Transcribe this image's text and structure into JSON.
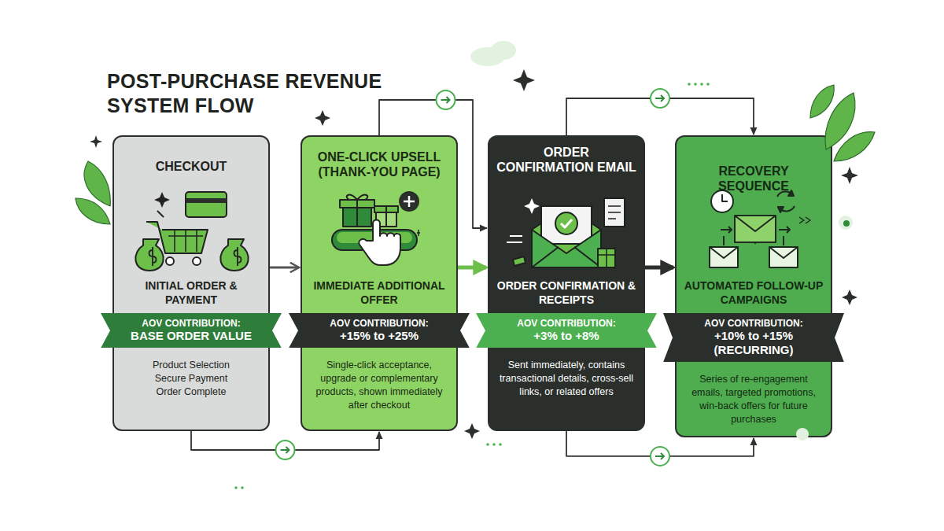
{
  "diagram": {
    "title": "POST-PURCHASE REVENUE SYSTEM FLOW",
    "nodes": [
      {
        "text": [
          "CHECKOUT",
          "INITIAL ORDER & PAYMENT",
          "Product Selection Secure Payment Order Complete"
        ]
      },
      {
        "text": [
          "AOV CONTRIBUTION:",
          "BASE ORDER VALUE"
        ],
        "in": 0
      },
      {
        "text": [
          "ONE-CLICK UPSELL (THANK-YOU PAGE)",
          "IMMEDIATE ADDITIONAL OFFER",
          "Single-click acceptance, upgrade or complementary products, shown immediately after checkout"
        ]
      },
      {
        "text": [
          "AOV CONTRIBUTION:",
          "+15% to +25%"
        ],
        "in": 2
      },
      {
        "text": [
          "ORDER CONFIRMATION EMAIL",
          "ORDER CONFIRMATION & RECEIPTS",
          "Sent immediately, contains transactional details, cross-sell links, or related offers"
        ]
      },
      {
        "text": [
          "AOV CONTRIBUTION:",
          "+3% to +8%"
        ],
        "in": 4
      },
      {
        "text": [
          "RECOVERY SEQUENCE",
          "AUTOMATED FOLLOW-UP CAMPAIGNS",
          "Series of re-engagement emails, targeted promotions, win-back offers for future purchases"
        ]
      },
      {
        "text": [
          "AOV CONTRIBUTION:",
          "+10% to +15% (RECURRING)"
        ],
        "in": 6
      }
    ],
    "edges": [
      {
        "from": 0,
        "to": 2,
        "arrow": "to"
      },
      {
        "from": 2,
        "to": 4,
        "arrow": "to"
      },
      {
        "from": 4,
        "to": 6,
        "arrow": "to"
      },
      {
        "from": 0,
        "to": 2,
        "arrow": "to"
      },
      {
        "from": 2,
        "to": 4,
        "arrow": "to"
      },
      {
        "from": 4,
        "to": 6,
        "arrow": "to"
      },
      {
        "from": 4,
        "to": 6,
        "arrow": "to"
      }
    ]
  }
}
